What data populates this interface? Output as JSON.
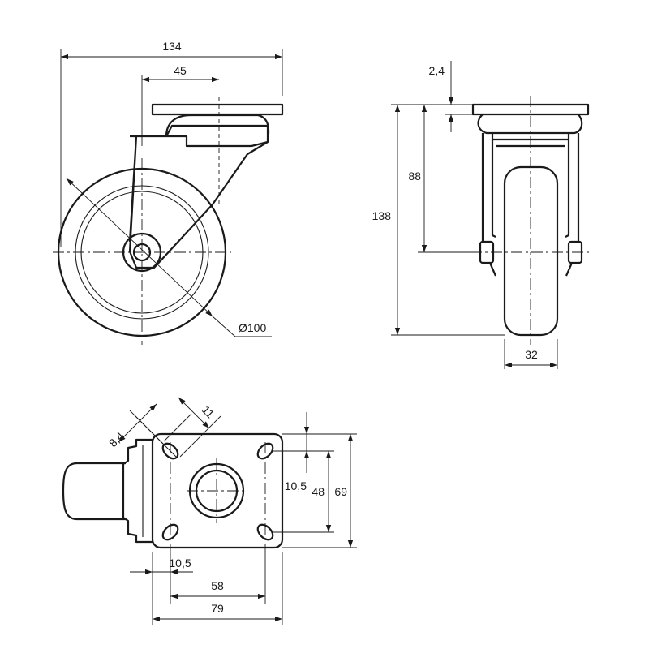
{
  "colors": {
    "line": "#1a1a1a",
    "background": "#ffffff"
  },
  "dimensions": {
    "overall_width": "134",
    "offset": "45",
    "plate_thickness": "2,4",
    "overall_height": "138",
    "wheel_center_height": "88",
    "wheel_diameter": "Ø100",
    "wheel_width": "32",
    "hole_diameter": "8,4",
    "hole_slot": "11",
    "hole_inset_vertical": "10,5",
    "bolt_spacing_vertical": "48",
    "plate_length": "69",
    "hole_inset_horizontal": "10,5",
    "bolt_spacing_horizontal": "58",
    "plate_width": "79"
  }
}
